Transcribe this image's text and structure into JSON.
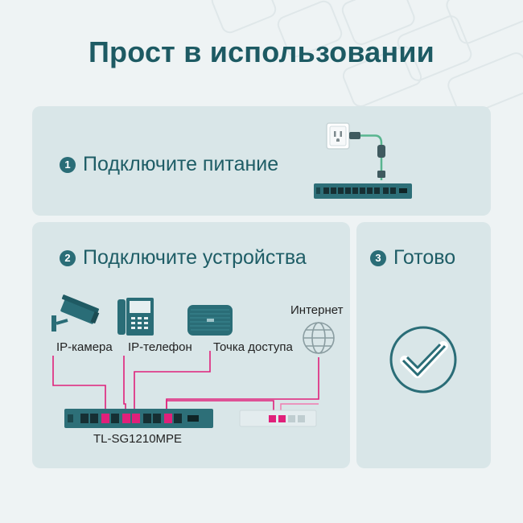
{
  "title": "Прост в использовании",
  "steps": [
    {
      "number": "1",
      "label": "Подключите питание"
    },
    {
      "number": "2",
      "label": "Подключите устройства"
    },
    {
      "number": "3",
      "label": "Готово"
    }
  ],
  "devices": {
    "camera": "IP-камера",
    "phone": "IP-телефон",
    "access_point": "Точка доступа",
    "internet": "Интернет",
    "switch_model": "TL-SG1210MPE"
  },
  "colors": {
    "title": "#1d5a63",
    "card": "#d9e6e8",
    "teal": "#2a6d77",
    "cable": "#e0207a",
    "background": "#eef3f4"
  },
  "icons": [
    "power-outlet-icon",
    "ip-camera-icon",
    "ip-phone-icon",
    "access-point-icon",
    "globe-icon",
    "checkmark-icon"
  ]
}
